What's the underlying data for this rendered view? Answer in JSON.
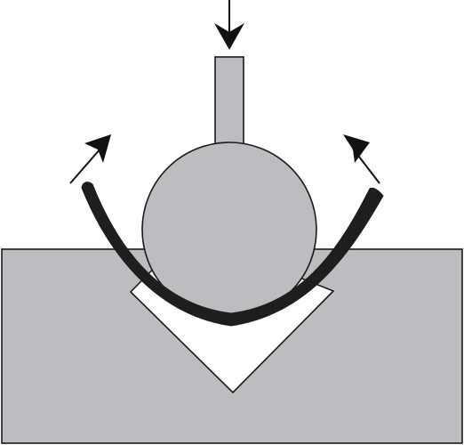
{
  "diagram": {
    "colors": {
      "die_fill": "#bcbdc0",
      "die_stroke": "#1a1a1a",
      "punch_fill": "#bcbdc0",
      "mandrel_fill": "#bcbdc0",
      "strip_fill": "#1e1e1e",
      "arrow_color": "#111111",
      "background": "#ffffff",
      "groove_fill": "#ffffff"
    },
    "components": {
      "die_block": "die-block",
      "v_groove": "v-groove",
      "punch_shaft": "punch-shaft",
      "mandrel": "round-mandrel",
      "workpiece": "bent-strip"
    },
    "arrows": {
      "load": "down-arrow-icon",
      "spring_left": "up-left-arrow-icon",
      "spring_right": "up-right-arrow-icon"
    }
  }
}
